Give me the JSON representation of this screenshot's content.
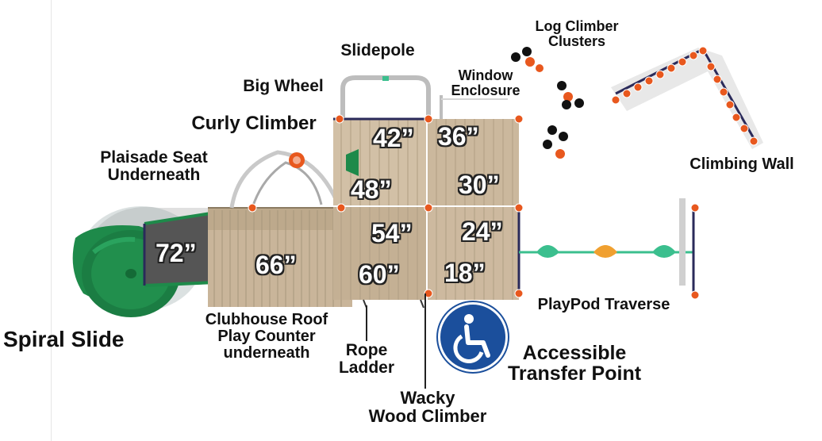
{
  "labels": {
    "log_climber_clusters": "Log Climber\nClusters",
    "slidepole": "Slidepole",
    "window_enclosure": "Window\nEnclosure",
    "big_wheel": "Big Wheel",
    "curly_climber": "Curly Climber",
    "plaisade_seat": "Plaisade Seat\nUnderneath",
    "climbing_wall": "Climbing Wall",
    "spiral_slide": "Spiral Slide",
    "clubhouse_roof": "Clubhouse Roof\nPlay Counter\nunderneath",
    "rope_ladder": "Rope\nLadder",
    "wacky_wood_climber": "Wacky\nWood Climber",
    "accessible_transfer_point": "Accessible\nTransfer Point",
    "playpod_traverse": "PlayPod Traverse"
  },
  "heights": {
    "h72": "72”",
    "h66": "66”",
    "h60": "60”",
    "h54": "54”",
    "h48": "48”",
    "h42": "42”",
    "h36": "36”",
    "h30": "30”",
    "h24": "24”",
    "h18": "18”"
  },
  "colors": {
    "deck": "#c9b59a",
    "deck_dark": "#b6a286",
    "slide_green": "#1e8a4a",
    "slide_dark": "#146a36",
    "post_orange": "#e8581e",
    "pod_green": "#3bbf8e",
    "pod_orange": "#f0a030",
    "panel_dark": "#555555",
    "navy": "#2a2a5a",
    "accessible_blue": "#1b4f9c"
  },
  "icons": {
    "accessible": "wheelchair-accessible-icon"
  }
}
